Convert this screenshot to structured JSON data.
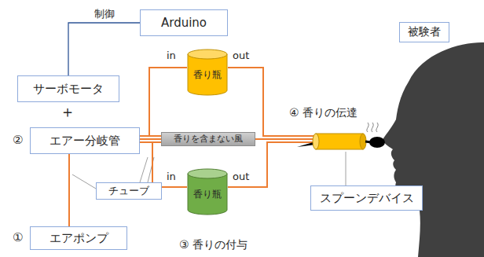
{
  "diagram": {
    "nodes": [
      {
        "text": [
          "Arduino"
        ]
      },
      {
        "text": [
          "サーボモータ"
        ]
      },
      {
        "text": [
          "エアー分岐管"
        ]
      },
      {
        "text": [
          "香り瓶"
        ]
      },
      {
        "text": [
          "香りを含まない風"
        ]
      },
      {
        "text": [
          "香り瓶"
        ]
      },
      {
        "text": [
          "エアポンプ"
        ]
      },
      {
        "text": [
          "チューブ"
        ]
      },
      {
        "text": [
          "スプーンデバイス"
        ]
      },
      {
        "text": [
          "被験者"
        ]
      }
    ],
    "edges": [
      {
        "from": 1,
        "to": 0,
        "arrow": "none",
        "label": "制御"
      },
      {
        "from": 6,
        "to": 2,
        "arrow": "none"
      },
      {
        "from": 2,
        "to": 3,
        "arrow": "none"
      },
      {
        "from": 2,
        "to": 5,
        "arrow": "none"
      },
      {
        "from": 2,
        "to": 4,
        "arrow": "none"
      }
    ],
    "labels": [
      "＋",
      "②",
      "①",
      "in",
      "out",
      "in",
      "out",
      "④ 香りの伝達",
      "③ 香りの付与"
    ]
  }
}
